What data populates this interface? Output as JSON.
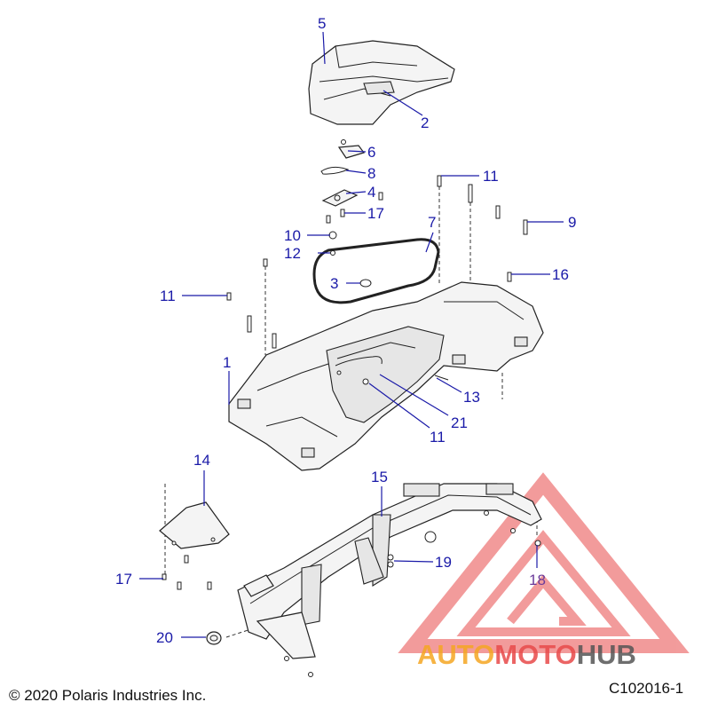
{
  "callouts": [
    {
      "label": "5"
    },
    {
      "label": "2"
    },
    {
      "label": "6"
    },
    {
      "label": "8"
    },
    {
      "label": "4"
    },
    {
      "label": "17"
    },
    {
      "label": "11"
    },
    {
      "label": "7"
    },
    {
      "label": "9"
    },
    {
      "label": "10"
    },
    {
      "label": "12"
    },
    {
      "label": "3"
    },
    {
      "label": "16"
    },
    {
      "label": "11"
    },
    {
      "label": "1"
    },
    {
      "label": "13"
    },
    {
      "label": "21"
    },
    {
      "label": "11"
    },
    {
      "label": "14"
    },
    {
      "label": "15"
    },
    {
      "label": "19"
    },
    {
      "label": "17"
    },
    {
      "label": "18"
    },
    {
      "label": "20"
    }
  ],
  "footer": {
    "copyright": "© 2020 Polaris Industries Inc.",
    "diagram_code": "C102016-1"
  },
  "watermark": {
    "brand_part1": "AUTO",
    "brand_part2": "MOTO",
    "brand_part3": "HUB",
    "colors": {
      "triangle": "#e84a4a",
      "auto": "#f5a623",
      "moto": "#e84a4a",
      "hub": "#555555"
    }
  },
  "colors": {
    "callout_text": "#1a1aa8",
    "line_art": "#222222"
  }
}
